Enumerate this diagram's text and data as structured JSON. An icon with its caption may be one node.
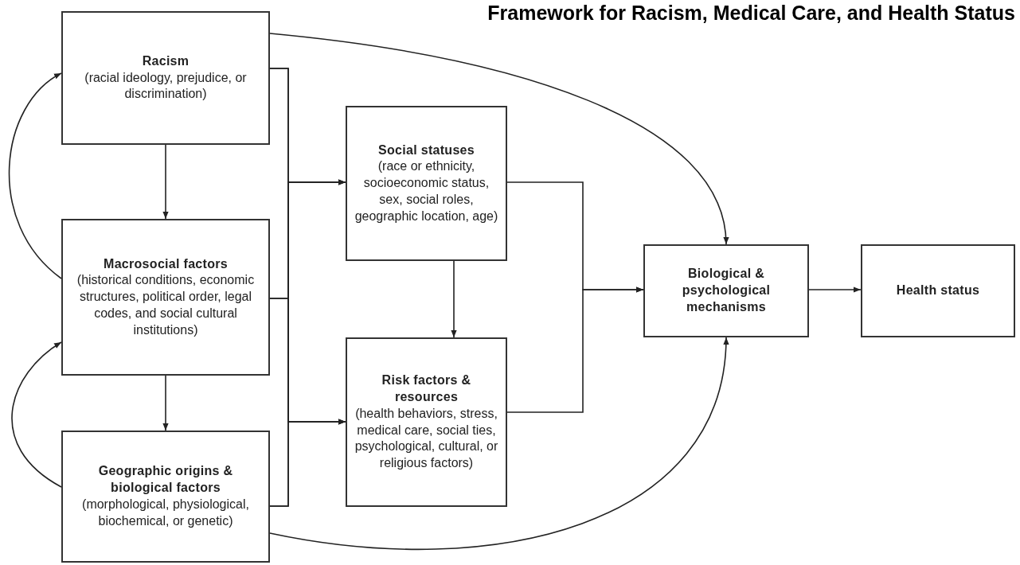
{
  "diagram": {
    "title": "Framework for Racism, Medical Care, and Health Status",
    "nodes": [
      {
        "text": [
          "Racism",
          "(racial ideology, prejudice, or discrimination)"
        ]
      },
      {
        "text": [
          "Macrosocial factors",
          "(historical conditions, economic structures, political order, legal codes, and social cultural institutions)"
        ]
      },
      {
        "text": [
          "Geographic origins & biological factors",
          "(morphological, physiological, biochemical, or genetic)"
        ]
      },
      {
        "text": [
          "Social statuses",
          "(race or ethnicity, socioeconomic status, sex, social roles, geographic location, age)"
        ]
      },
      {
        "text": [
          "Risk factors & resources",
          "(health behaviors, stress, medical care, social ties, psychological, cultural, or religious factors)"
        ]
      },
      {
        "text": [
          "Biological & psychological mechanisms"
        ]
      },
      {
        "text": [
          "Health status"
        ]
      }
    ],
    "edges": [
      {
        "from": 0,
        "to": 1,
        "arrow": "to"
      },
      {
        "from": 1,
        "to": 2,
        "arrow": "to"
      },
      {
        "from": 0,
        "to": 3,
        "arrow": "to"
      },
      {
        "from": 1,
        "to": 3,
        "arrow": "to"
      },
      {
        "from": 2,
        "to": 3,
        "arrow": "to"
      },
      {
        "from": 0,
        "to": 4,
        "arrow": "to"
      },
      {
        "from": 1,
        "to": 4,
        "arrow": "to"
      },
      {
        "from": 2,
        "to": 4,
        "arrow": "to"
      },
      {
        "from": 3,
        "to": 4,
        "arrow": "to"
      },
      {
        "from": 3,
        "to": 5,
        "arrow": "to"
      },
      {
        "from": 4,
        "to": 5,
        "arrow": "to"
      },
      {
        "from": 5,
        "to": 6,
        "arrow": "to"
      },
      {
        "from": 0,
        "to": 5,
        "arrow": "to"
      },
      {
        "from": 2,
        "to": 5,
        "arrow": "to"
      },
      {
        "from": 1,
        "to": 0,
        "arrow": "to"
      },
      {
        "from": 2,
        "to": 1,
        "arrow": "to"
      }
    ]
  }
}
